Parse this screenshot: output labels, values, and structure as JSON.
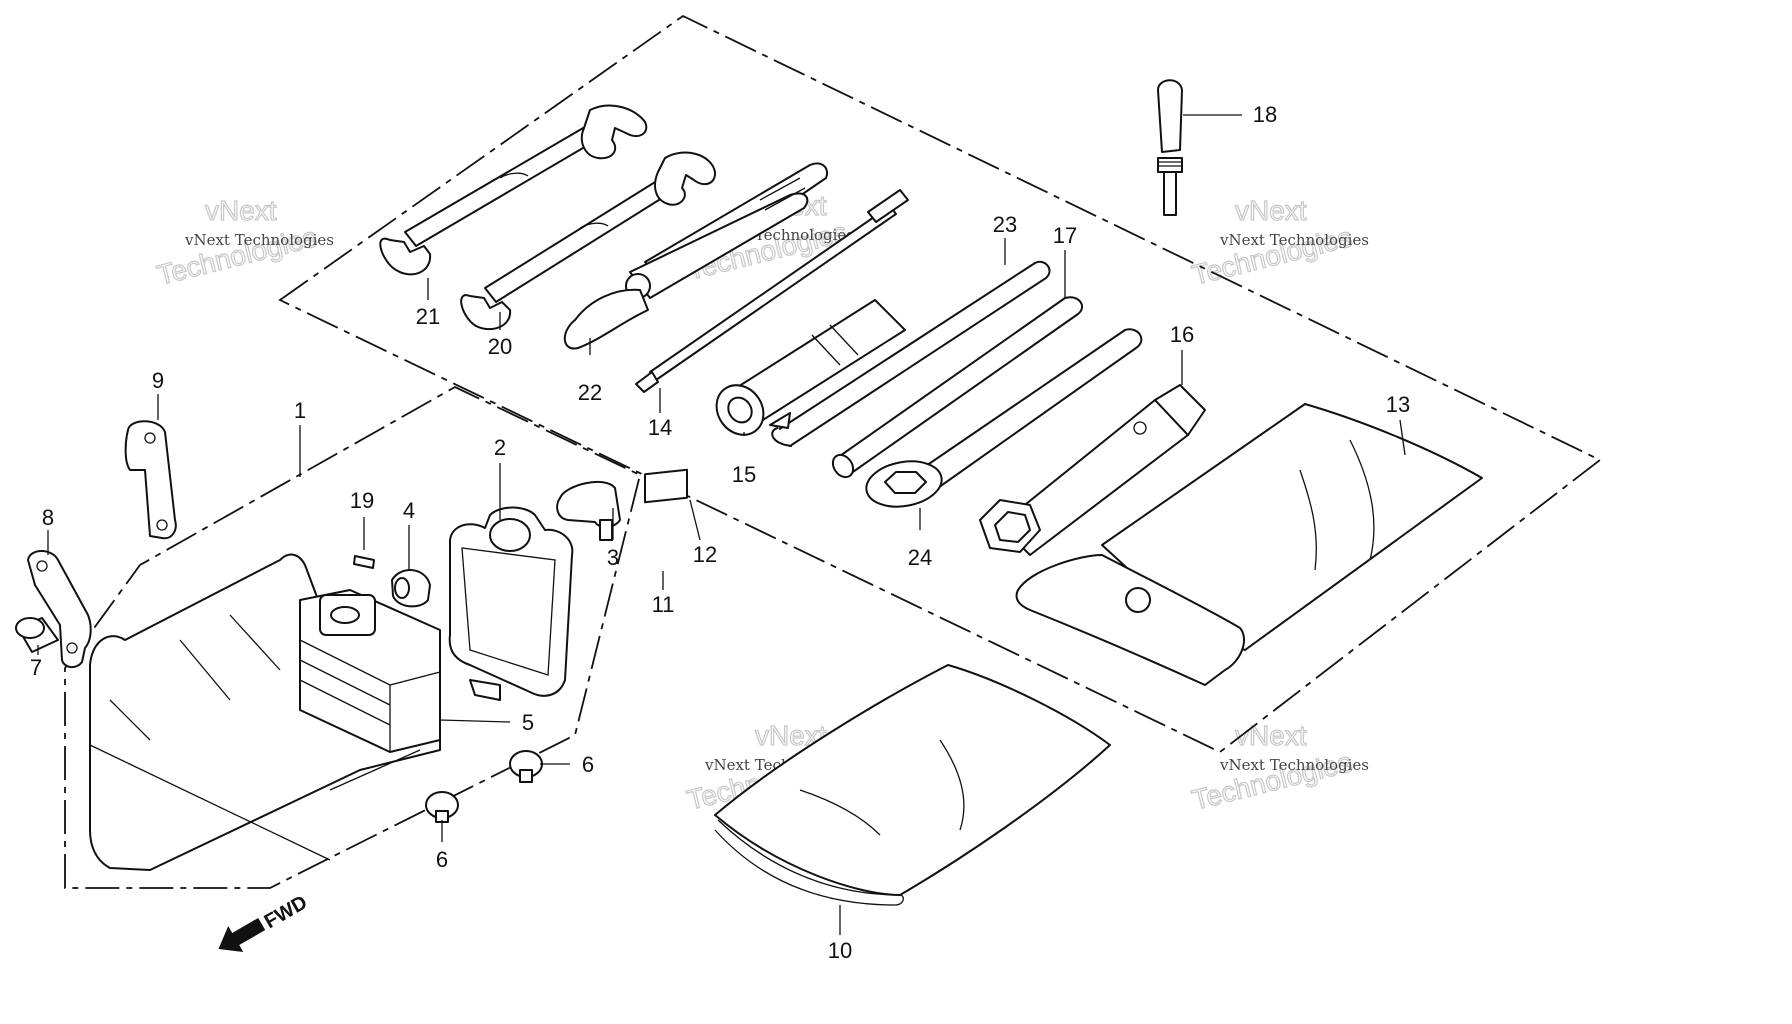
{
  "callouts": [
    {
      "id": "c1",
      "text": "1"
    },
    {
      "id": "c2",
      "text": "2"
    },
    {
      "id": "c3",
      "text": "3"
    },
    {
      "id": "c4",
      "text": "4"
    },
    {
      "id": "c5",
      "text": "5"
    },
    {
      "id": "c6a",
      "text": "6"
    },
    {
      "id": "c6b",
      "text": "6"
    },
    {
      "id": "c7",
      "text": "7"
    },
    {
      "id": "c8",
      "text": "8"
    },
    {
      "id": "c9",
      "text": "9"
    },
    {
      "id": "c10",
      "text": "10"
    },
    {
      "id": "c11",
      "text": "11"
    },
    {
      "id": "c12",
      "text": "12"
    },
    {
      "id": "c13",
      "text": "13"
    },
    {
      "id": "c14",
      "text": "14"
    },
    {
      "id": "c15",
      "text": "15"
    },
    {
      "id": "c16",
      "text": "16"
    },
    {
      "id": "c17",
      "text": "17"
    },
    {
      "id": "c18",
      "text": "18"
    },
    {
      "id": "c19",
      "text": "19"
    },
    {
      "id": "c20",
      "text": "20"
    },
    {
      "id": "c21",
      "text": "21"
    },
    {
      "id": "c22",
      "text": "22"
    },
    {
      "id": "c23",
      "text": "23"
    },
    {
      "id": "c24",
      "text": "24"
    }
  ],
  "watermark": {
    "line1": "vNext Technologies",
    "line2": "vNext",
    "line3": "Technologies"
  },
  "fwd_label": "FWD"
}
